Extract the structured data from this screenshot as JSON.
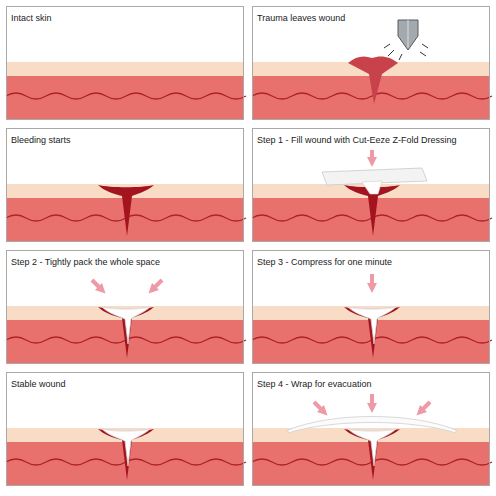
{
  "diagram": {
    "nodes": [
      {
        "text": [
          "Intact skin"
        ]
      },
      {
        "text": [
          "Trauma leaves wound"
        ]
      },
      {
        "text": [
          "Bleeding starts"
        ]
      },
      {
        "text": [
          "Step 1 - Fill wound with Cut-Eeze Z-Fold Dressing"
        ]
      },
      {
        "text": [
          "Step 2 - Tightly pack the whole space"
        ]
      },
      {
        "text": [
          "Step 3 - Compress for one minute"
        ]
      },
      {
        "text": [
          "Stable wound"
        ]
      },
      {
        "text": [
          "Step 4 - Wrap for evacuation"
        ]
      }
    ]
  }
}
